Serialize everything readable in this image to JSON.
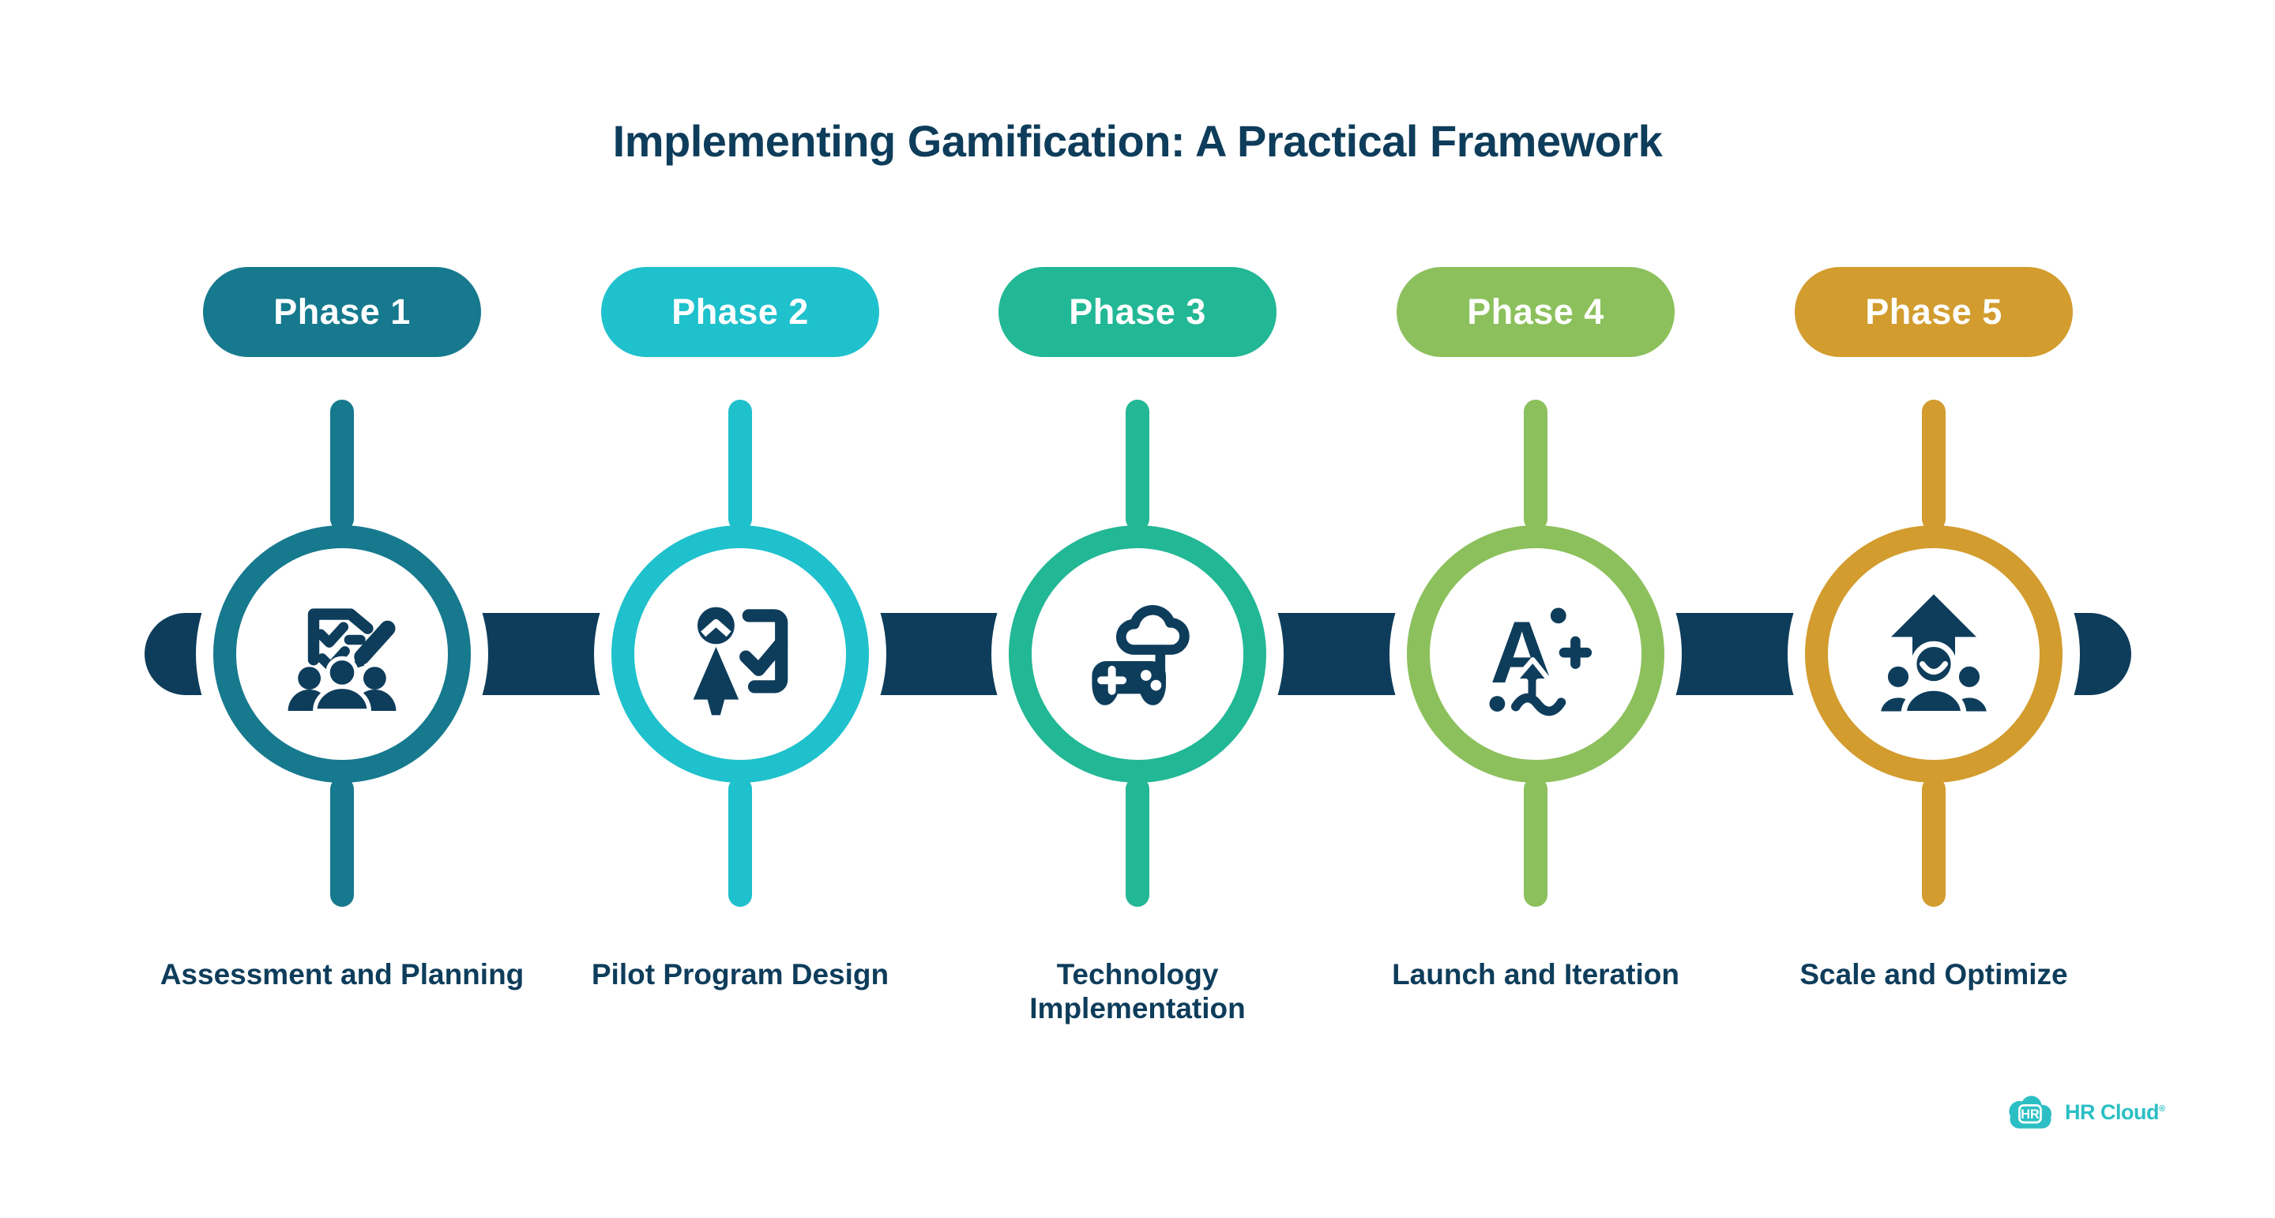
{
  "title": "Implementing Gamification: A Practical Framework",
  "phases": [
    {
      "badge": "Phase 1",
      "label": "Assessment and Planning",
      "color": "#16798E",
      "icon": "assessment-planning-icon"
    },
    {
      "badge": "Phase 2",
      "label": "Pilot Program Design",
      "color": "#1EC1CC",
      "icon": "pilot-program-icon"
    },
    {
      "badge": "Phase 3",
      "label": "Technology Implementation",
      "color": "#22B795",
      "icon": "technology-implementation-icon"
    },
    {
      "badge": "Phase 4",
      "label": "Launch and Iteration",
      "color": "#8CC05C",
      "icon": "launch-iteration-icon"
    },
    {
      "badge": "Phase 5",
      "label": "Scale and Optimize",
      "color": "#D29C2E",
      "icon": "scale-optimize-icon"
    }
  ],
  "colors": {
    "navy": "#0E3D5B",
    "background": "#FFFFFF",
    "logo_teal": "#2BBFC4"
  },
  "logo": {
    "cloud_text": "HR",
    "brand": "HR Cloud",
    "registered": "®"
  }
}
